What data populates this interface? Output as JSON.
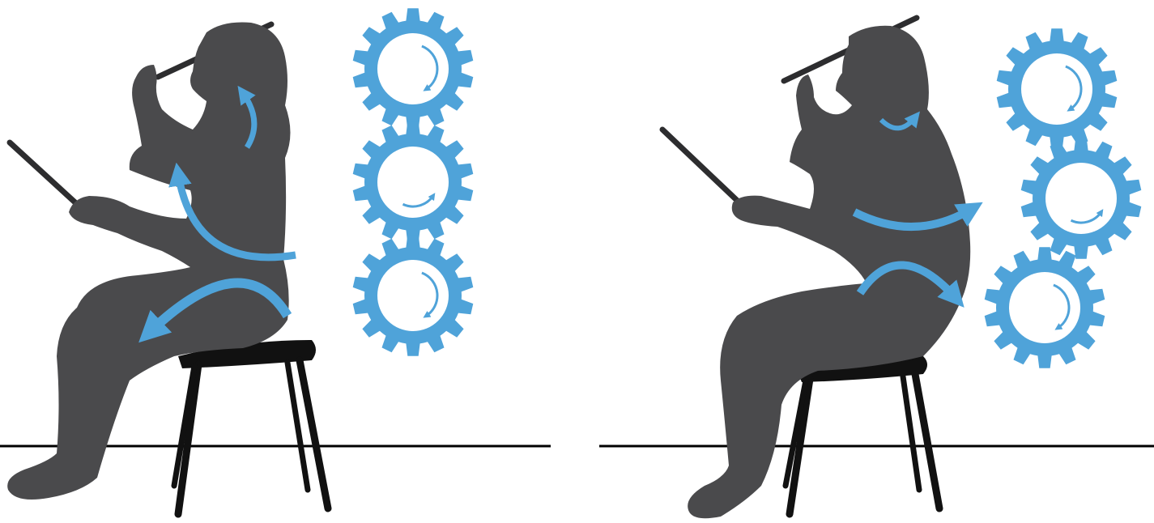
{
  "colors": {
    "background": "#ffffff",
    "silhouette": "#4a4a4c",
    "stool": "#111111",
    "floor": "#000000",
    "gear": "#4fa3d9",
    "arrow": "#4fa3d9",
    "rod": "#2d2d2f"
  },
  "panels": [
    {
      "id": "left",
      "posture": "slouched",
      "gear_rotations": [
        "clockwise",
        "counterclockwise",
        "clockwise"
      ],
      "body_arrows": [
        "neck-up",
        "spine-up-left",
        "pelvis-backward"
      ]
    },
    {
      "id": "right",
      "posture": "upright",
      "gear_rotations": [
        "clockwise",
        "counterclockwise",
        "clockwise"
      ],
      "body_arrows": [
        "neck-down",
        "chest-forward",
        "pelvis-forward"
      ]
    }
  ],
  "icons": {
    "gear": "gear-icon",
    "rotation": "rotation-arrow-icon",
    "body_arrow": "curved-arrow-icon"
  }
}
